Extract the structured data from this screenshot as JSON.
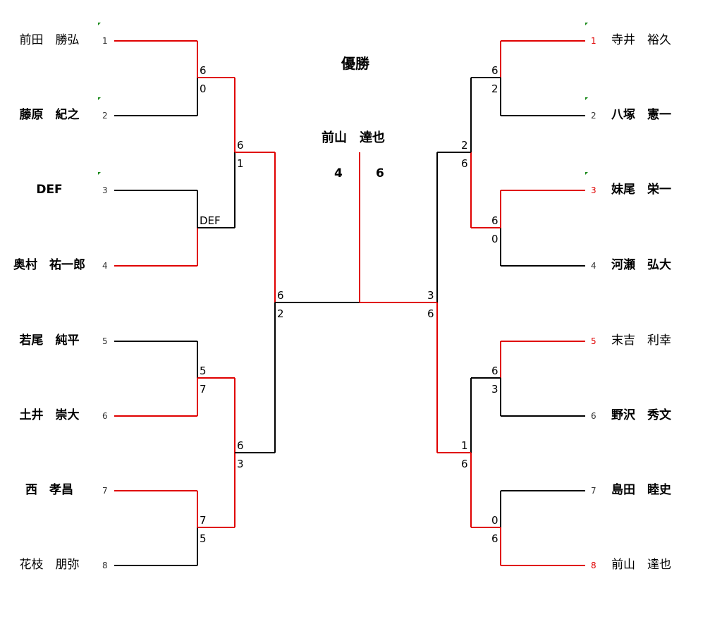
{
  "title": "優勝",
  "champion": "前山　達也",
  "final": {
    "left_score": "4",
    "right_score": "6"
  },
  "left": {
    "players": [
      {
        "seed": "1",
        "name": "前田　勝弘",
        "bold": false
      },
      {
        "seed": "2",
        "name": "藤原　紀之",
        "bold": true
      },
      {
        "seed": "3",
        "name": "DEF",
        "bold": true
      },
      {
        "seed": "4",
        "name": "奥村　祐一郎",
        "bold": true
      },
      {
        "seed": "5",
        "name": "若尾　純平",
        "bold": true
      },
      {
        "seed": "6",
        "name": "土井　崇大",
        "bold": true
      },
      {
        "seed": "7",
        "name": "西　孝昌",
        "bold": true
      },
      {
        "seed": "8",
        "name": "花枝　朋弥",
        "bold": false
      }
    ],
    "r1_scores": [
      [
        "6",
        "0"
      ],
      [
        "DEF",
        ""
      ],
      [
        "5",
        "7"
      ],
      [
        "7",
        "5"
      ]
    ],
    "r2_scores": [
      [
        "6",
        "1"
      ],
      [
        "6",
        "3"
      ]
    ],
    "semi_score": [
      "6",
      "2"
    ]
  },
  "right": {
    "players": [
      {
        "seed": "1",
        "name": "寺井　裕久",
        "bold": false
      },
      {
        "seed": "2",
        "name": "八塚　憲一",
        "bold": true
      },
      {
        "seed": "3",
        "name": "妹尾　栄一",
        "bold": true
      },
      {
        "seed": "4",
        "name": "河瀬　弘大",
        "bold": true
      },
      {
        "seed": "5",
        "name": "末吉　利幸",
        "bold": false
      },
      {
        "seed": "6",
        "name": "野沢　秀文",
        "bold": true
      },
      {
        "seed": "7",
        "name": "島田　睦史",
        "bold": true
      },
      {
        "seed": "8",
        "name": "前山　達也",
        "bold": false
      }
    ],
    "r1_scores": [
      [
        "6",
        "2"
      ],
      [
        "6",
        "0"
      ],
      [
        "6",
        "3"
      ],
      [
        "0",
        "6"
      ]
    ],
    "r2_scores": [
      [
        "2",
        "6"
      ],
      [
        "1",
        "6"
      ]
    ],
    "semi_score": [
      "3",
      "6"
    ]
  },
  "colors": {
    "win": "#e00000",
    "line": "#000000",
    "flag": "#1a8a1a"
  }
}
